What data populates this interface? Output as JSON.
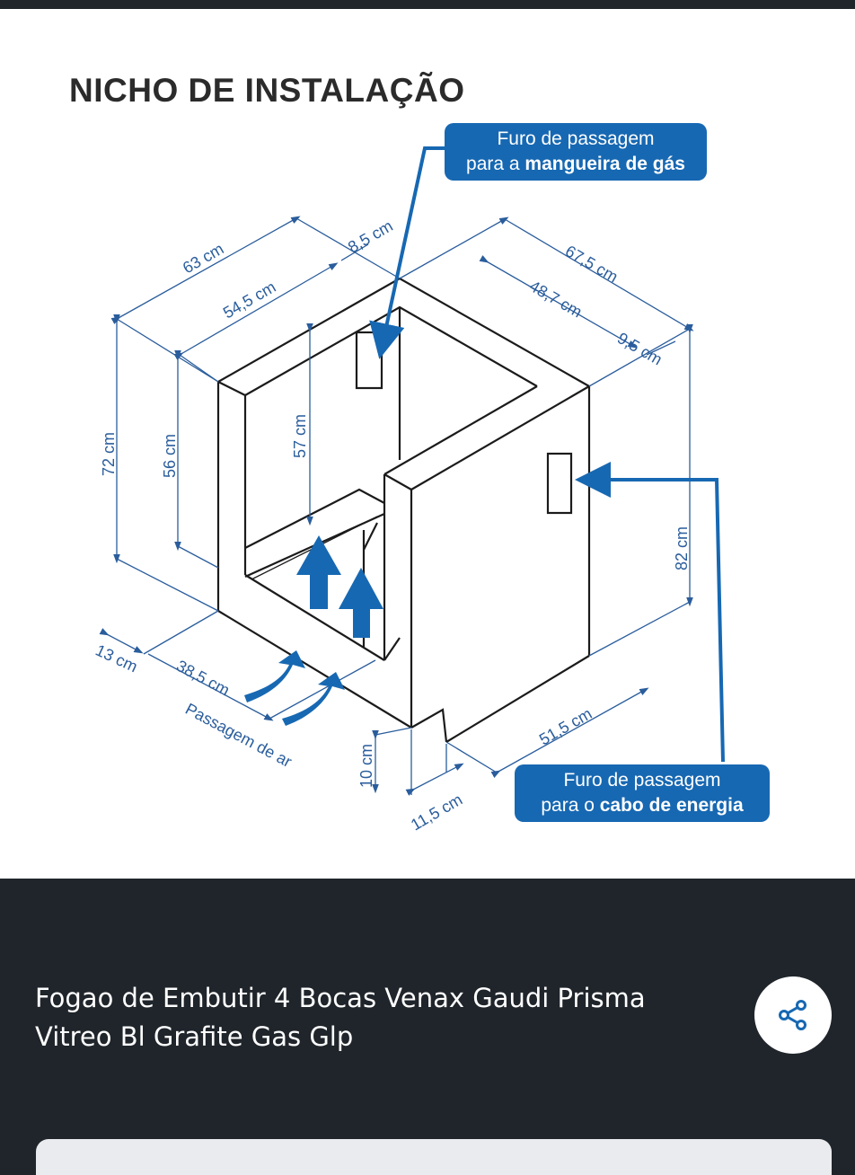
{
  "diagram": {
    "title": "NICHO DE INSTALAÇÃO",
    "callout_gas": {
      "line1": "Furo de passagem",
      "line2_prefix": "para a ",
      "line2_bold": "mangueira de gás"
    },
    "callout_energy": {
      "line1": "Furo de passagem",
      "line2_prefix": "para o ",
      "line2_bold": "cabo de energia"
    },
    "dimensions": {
      "d63": "63 cm",
      "d8_5": "8,5 cm",
      "d54_5": "54,5 cm",
      "d67_5": "67,5 cm",
      "d48_7": "48,7 cm",
      "d9_5": "9,5 cm",
      "d72": "72 cm",
      "d56": "56 cm",
      "d57": "57 cm",
      "d82": "82 cm",
      "d13": "13 cm",
      "d38_5": "38,5 cm",
      "d51_5": "51,5 cm",
      "d10": "10 cm",
      "d11_5": "11,5 cm"
    },
    "airflow_label": "Passagem de ar",
    "accent_color": "#1768b2",
    "line_color": "#1b1b1b"
  },
  "product": {
    "title": "Fogao de Embutir 4 Bocas Venax Gaudi Prisma Vitreo Bl Grafite Gas Glp"
  },
  "share": {
    "icon": "share-icon"
  }
}
